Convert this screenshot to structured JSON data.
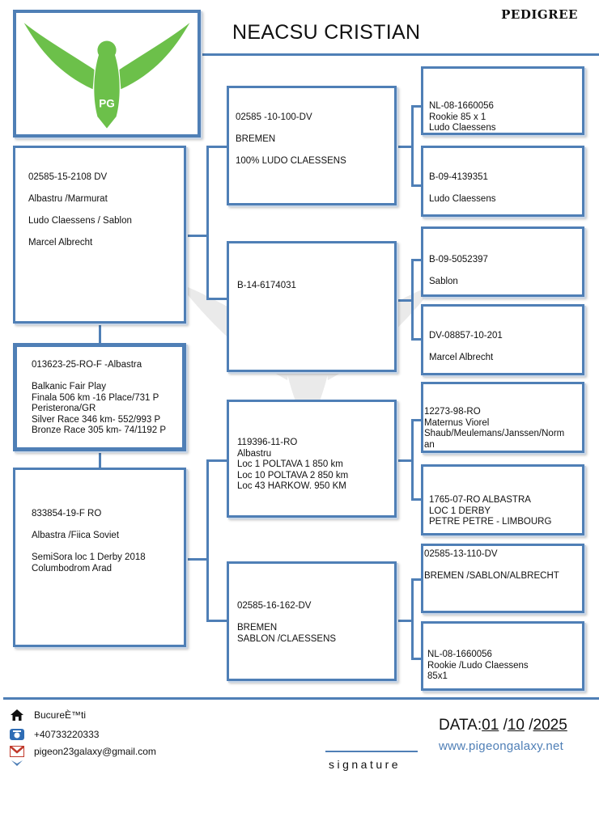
{
  "header": {
    "owner_name": "NEACSU CRISTIAN",
    "doc_type": "PEDIGREE",
    "logo_text": "PG"
  },
  "pigeon": {
    "lines": "013623-25-RO-F -Albastra\n\nBalkanic Fair Play\nFinala 506 km -16 Place/731 P\nPeristerona/GR\nSilver Race 346 km- 552/993 P\nBronze Race 305 km- 74/1192 P"
  },
  "sire": {
    "lines": "02585-15-2108 DV\n\nAlbastru /Marmurat\n\nLudo Claessens / Sablon\n\n Marcel Albrecht"
  },
  "dam": {
    "lines": "833854-19-F RO\n\n Albastra /Fiica Soviet\n\nSemiSora loc 1 Derby 2018\nColumbodrom Arad"
  },
  "grandparents": {
    "ss": "02585 -10-100-DV\n\nBREMEN\n\n100% LUDO CLAESSENS",
    "sd": "B-14-6174031",
    "ds": "119396-11-RO\nAlbastru\nLoc 1  POLTAVA 1 850 km\nLoc 10 POLTAVA 2 850 km\nLoc 43 HARKOW.   950 KM",
    "dd": "02585-16-162-DV\n\nBREMEN\nSABLON /CLAESSENS"
  },
  "great_grandparents": {
    "sss": "NL-08-1660056\n Rookie 85 x 1\n Ludo Claessens",
    "ssd": "B-09-4139351\n\nLudo Claessens",
    "sds": "B-09-5052397\n\nSablon",
    "sdd": "DV-08857-10-201\n\nMarcel Albrecht",
    "dss": "   12273-98-RO\nMaternus Viorel\nShaub/Meulemans/Janssen/Norm\nan",
    "dsd": "1765-07-RO ALBASTRA\nLOC 1 DERBY\nPETRE PETRE - LIMBOURG",
    "dds": "02585-13-110-DV\n\n BREMEN /SABLON/ALBRECHT",
    "ddd": "NL-08-1660056\n Rookie /Ludo Claessens\n 85x1"
  },
  "footer": {
    "city": "BucureÈ™ti",
    "phone": "+40733220333",
    "email": "pigeon23galaxy@gmail.com",
    "date_label": "DATA:",
    "date_day": "01",
    "date_month": "10",
    "date_year": "2025",
    "sep": "/",
    "website": "www.pigeongalaxy.net",
    "signature_label": "signature"
  },
  "colors": {
    "frame": "#4f7fb6",
    "logo_green": "#6cc04a"
  },
  "icons": {
    "city": "home-icon",
    "phone": "phone-icon",
    "email": "gmail-icon",
    "extra": "bird-icon"
  }
}
